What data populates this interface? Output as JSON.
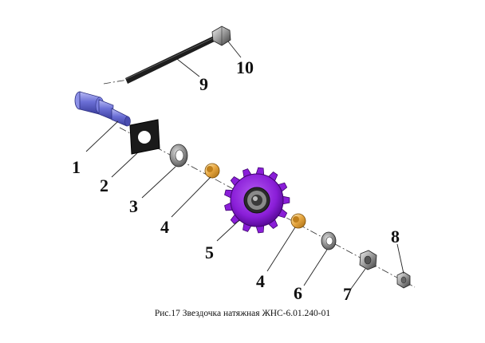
{
  "caption": "Рис.17 Звездочка натяжная ЖНС-6.01.240-01",
  "labels": {
    "n1": "1",
    "n2": "2",
    "n3": "3",
    "n4a": "4",
    "n4b": "4",
    "n5": "5",
    "n6": "6",
    "n7": "7",
    "n8": "8",
    "n9": "9",
    "n10": "10"
  },
  "colors": {
    "axle": "#6b6fd6",
    "sprocket": "#8a1ed8",
    "bushing": "#e6a640",
    "washer": "#707070",
    "nut": "#9a9a9a",
    "rod": "#1e1e1e",
    "plate": "#1a1a1a"
  }
}
